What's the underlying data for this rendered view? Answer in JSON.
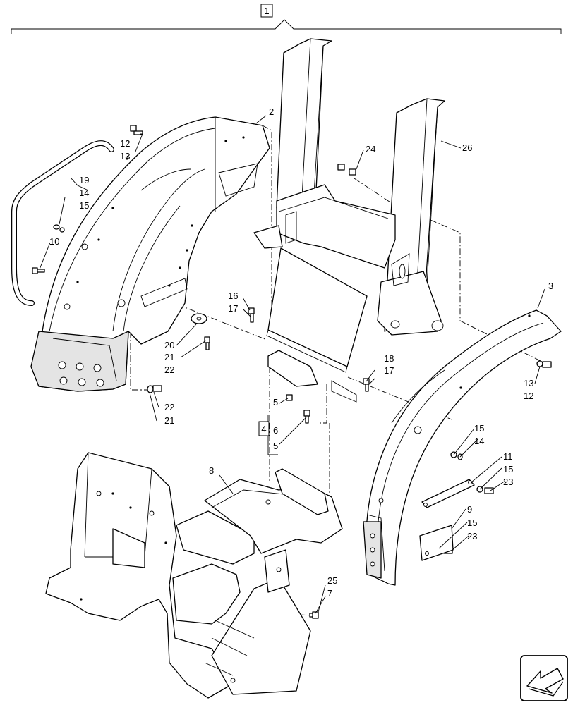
{
  "assembly_box": "1",
  "kit_box": "4",
  "callouts": {
    "c2": "2",
    "c3": "3",
    "c8": "8",
    "c26": "26",
    "c24": "24",
    "c12a": "12",
    "c13a": "13",
    "c19": "19",
    "c14a": "14",
    "c15a": "15",
    "c10": "10",
    "c16": "16",
    "c17a": "17",
    "c20": "20",
    "c21a": "21",
    "c22a": "22",
    "c22b": "22",
    "c21b": "21",
    "c18": "18",
    "c17b": "17",
    "c5a": "5",
    "c6": "6",
    "c5b": "5",
    "c13b": "13",
    "c12b": "12",
    "c15b": "15",
    "c14b": "14",
    "c11": "11",
    "c15c": "15",
    "c23a": "23",
    "c9": "9",
    "c15d": "15",
    "c23b": "23",
    "c25": "25",
    "c7": "7"
  },
  "icons": {
    "nav": "arrow-back-icon"
  }
}
